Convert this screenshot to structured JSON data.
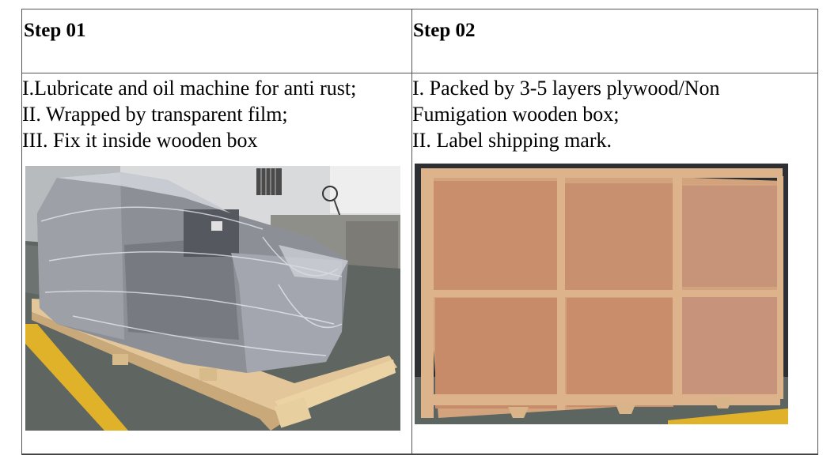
{
  "table": {
    "columns": [
      {
        "header": "Step 01",
        "lines": [
          "I.Lubricate and oil machine for anti rust;",
          "II. Wrapped by transparent film;",
          "III. Fix it inside wooden box"
        ],
        "photo": {
          "description": "Machine wrapped in transparent plastic film on wooden pallet in factory",
          "alt": "machine-wrapped-on-pallet-photo"
        }
      },
      {
        "header": "Step 02",
        "lines": [
          "I. Packed by 3-5 layers plywood/Non",
          "Fumigation wooden box;",
          "II. Label shipping mark."
        ],
        "photo": {
          "description": "Closed plywood wooden crate with six panels on feet",
          "alt": "plywood-wooden-box-photo"
        }
      }
    ]
  },
  "colors": {
    "border": "#555555",
    "floor": "#5f6661",
    "floor_stripe": "#e0b22a",
    "plywood": "#c98e6c",
    "pallet_wood": "#e3c79a",
    "film": "#b7bcc6"
  }
}
